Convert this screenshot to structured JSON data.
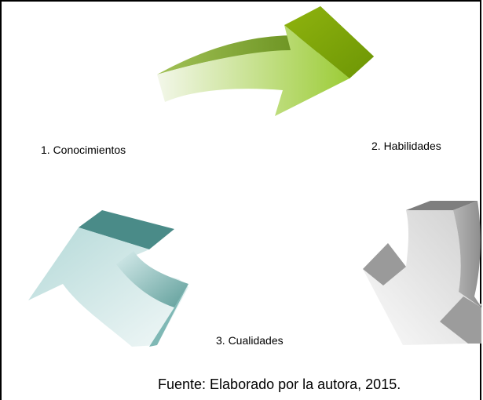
{
  "steps": [
    {
      "label": "1. Conocimientos"
    },
    {
      "label": "2. Habilidades"
    },
    {
      "label": "3. Cualidades"
    }
  ],
  "caption": "Fuente: Elaborado por la autora, 2015.",
  "colors": {
    "arrow_green": "#7aa610",
    "arrow_teal": "#3d8a86",
    "arrow_gray": "#808080",
    "border": "#000000"
  }
}
